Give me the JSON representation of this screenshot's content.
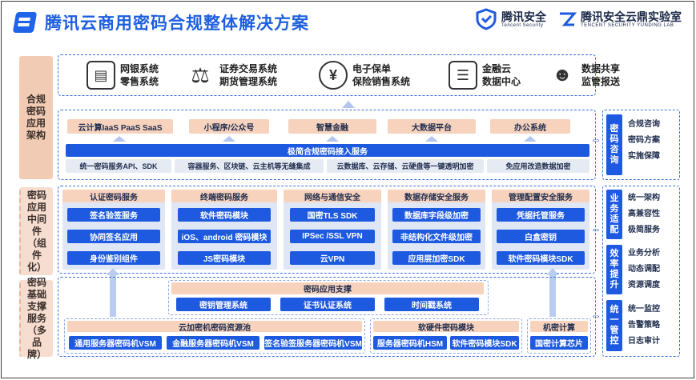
{
  "header": {
    "title": "腾讯云商用密码合规整体解决方案",
    "logo1_main": "腾讯安全",
    "logo1_sub": "Tencent Security",
    "logo2_main": "腾讯安全云鼎实验室",
    "logo2_sub": "TENCENT SECURITY YUNDING LAB"
  },
  "left_labels": [
    "合规密码应用架构",
    "密码应用中间件（组件化）",
    "密码基础支撑服务（多品牌）"
  ],
  "systems": [
    {
      "icon": "server-icon",
      "line1": "网银系统",
      "line2": "零售系统"
    },
    {
      "icon": "gavel-icon",
      "line1": "证券交易系统",
      "line2": "期货管理系统"
    },
    {
      "icon": "yen-icon",
      "line1": "电子保单",
      "line2": "保险销售系统"
    },
    {
      "icon": "newspaper-icon",
      "line1": "金融云",
      "line2": "数据中心"
    },
    {
      "icon": "people-icon",
      "line1": "数据共享",
      "line2": "监管报送"
    }
  ],
  "app_boxes": [
    "云计算IaaS PaaS SaaS",
    "小程序/公众号",
    "智慧金融",
    "大数据平台",
    "办公系统"
  ],
  "access_service": "极简合规密码接入服务",
  "access_items": [
    "统一密码服务API、SDK",
    "容器服务、区块链、云主机等无缝集成",
    "云数据库、云存储、云硬盘等一键透明加密",
    "免应用改造数据加密"
  ],
  "middleware": [
    {
      "title": "认证密码服务",
      "items": [
        "签名验签服务",
        "协同签名应用",
        "身份鉴别组件"
      ]
    },
    {
      "title": "终端密码服务",
      "items": [
        "软件密码模块",
        "iOS、android 密码模块",
        "JS密码模块"
      ]
    },
    {
      "title": "网络与通信安全",
      "items": [
        "国密TLS SDK",
        "IPSec /SSL VPN",
        "云VPN"
      ]
    },
    {
      "title": "数据存储安全服务",
      "items": [
        "数据库字段级加密",
        "非结构化文件级加密",
        "应用层加密SDK"
      ]
    },
    {
      "title": "管理配置安全服务",
      "items": [
        "凭据托管服务",
        "白盒密钥",
        "软件密码模块SDK"
      ]
    }
  ],
  "support": {
    "title": "密码应用支撑",
    "items": [
      "密钥管理系统",
      "证书认证系统",
      "时间戳系统"
    ]
  },
  "base": [
    {
      "title": "云加密机密码资源池",
      "items": [
        "通用服务器密码机VSM",
        "金融服务器密码机VSM",
        "签名验签服务器密码机VSM"
      ]
    },
    {
      "title": "软硬件密码模块",
      "items": [
        "服务器密码机HSM",
        "软件密码模块SDK"
      ]
    },
    {
      "title": "机密计算",
      "items": [
        "国密计算芯片"
      ]
    }
  ],
  "right_panel": [
    {
      "label": "密码咨询",
      "items": [
        "合规咨询",
        "密码方案",
        "实施保障"
      ]
    },
    {
      "label": "业务适配",
      "items": [
        "统一架构",
        "高兼容性",
        "极简服务"
      ]
    },
    {
      "label": "效率提升",
      "items": [
        "业务分析",
        "动态调配",
        "资源调度"
      ]
    },
    {
      "label": "统一管控",
      "items": [
        "统一监控",
        "告警策略",
        "日志审计"
      ]
    }
  ],
  "colors": {
    "brand_blue": "#1e5ae0",
    "peach": "#f7d2bd",
    "label_peach": "#f2cbb4"
  }
}
